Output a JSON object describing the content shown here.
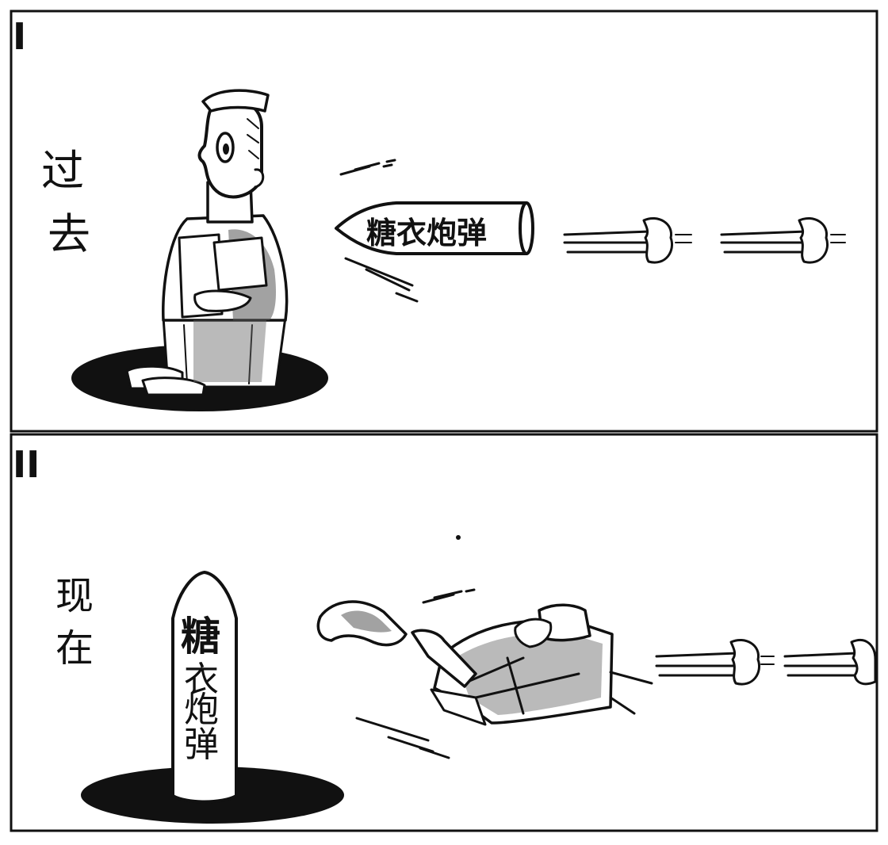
{
  "panels": [
    {
      "marker": "I",
      "caption": [
        "过",
        "去"
      ],
      "shell_label": "糖衣炮弹"
    },
    {
      "marker": "II",
      "caption": [
        "现",
        "在"
      ],
      "shell_label": [
        "糖",
        "衣",
        "炮",
        "弹"
      ]
    }
  ],
  "colors": {
    "ink": "#111111",
    "paper": "#ffffff"
  }
}
